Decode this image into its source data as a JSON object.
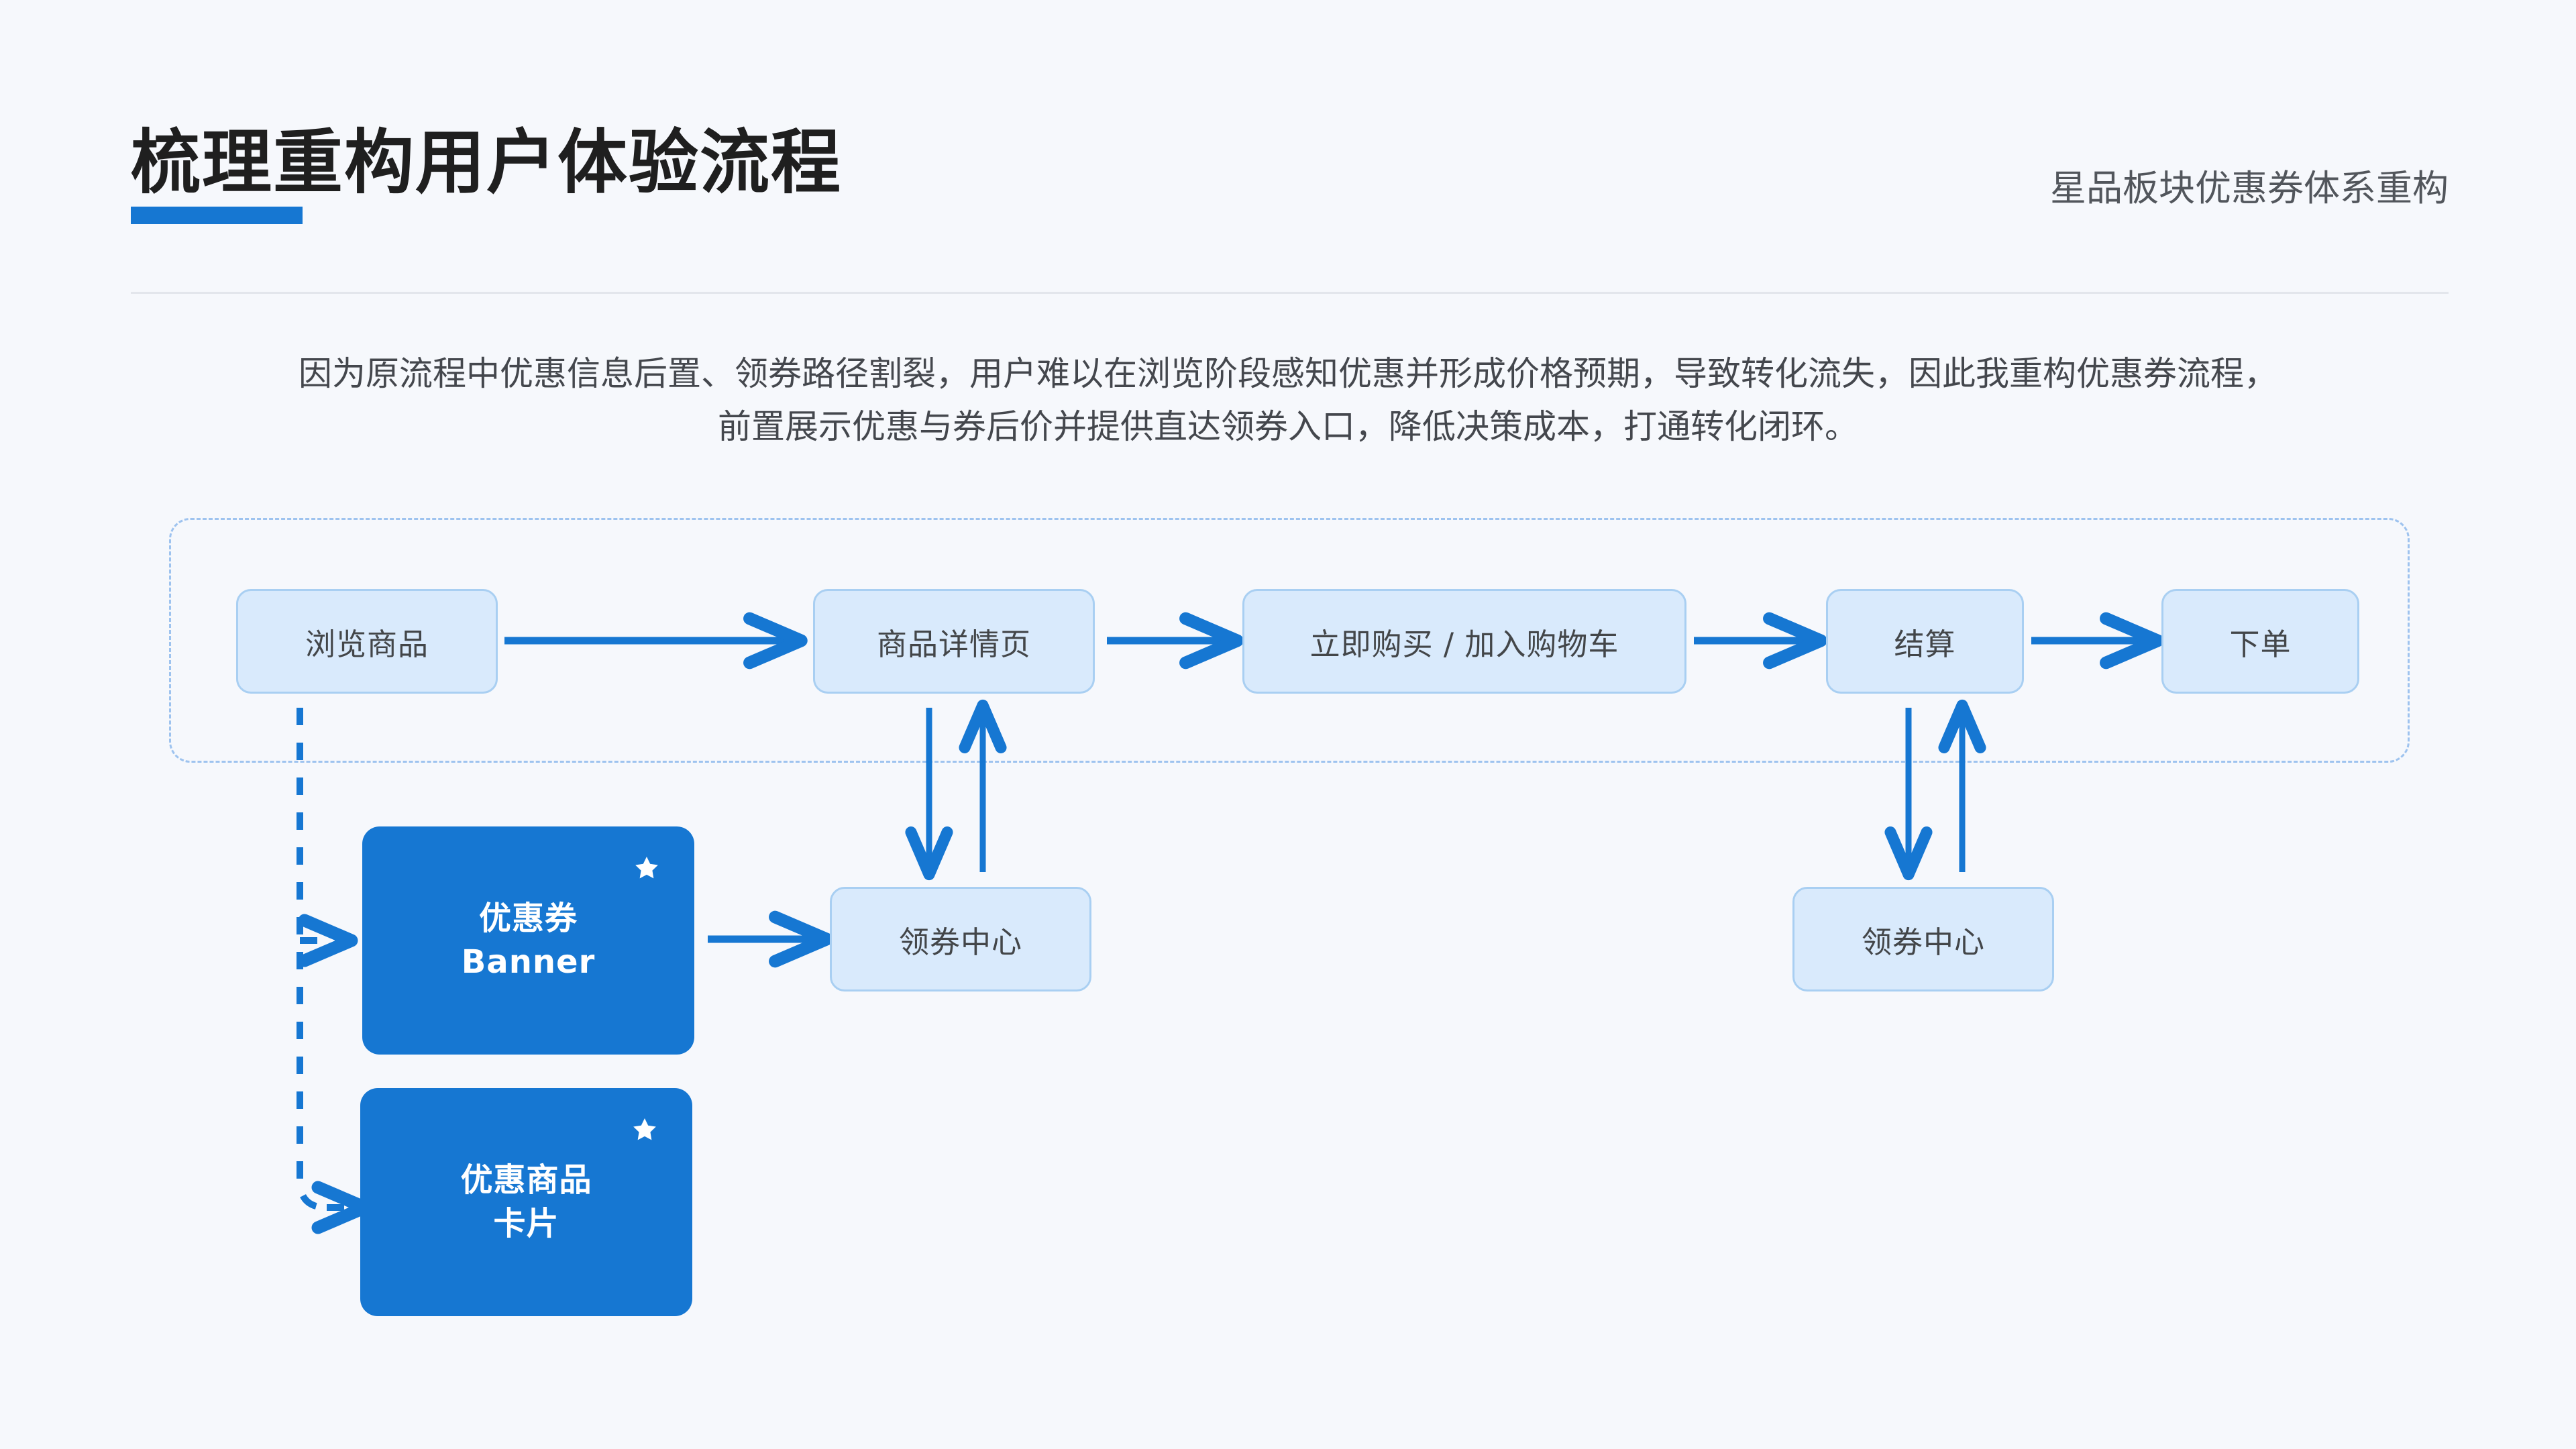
{
  "header": {
    "title": "梳理重构用户体验流程",
    "subtitle": "星品板块优惠券体系重构",
    "accent_color": "#1677d2",
    "title_color": "#1f1f1f"
  },
  "description": {
    "line1": "因为原流程中优惠信息后置、领券路径割裂，用户难以在浏览阶段感知优惠并形成价格预期，导致转化流失，因此我重构优惠券流程，",
    "line2": "前置展示优惠与券后价并提供直达领券入口，降低决策成本，打通转化闭环。"
  },
  "flow": {
    "frame_style": "dashed",
    "node_fill": "#d9eafc",
    "node_border": "#a9cff2",
    "arrow_color": "#1677d2",
    "main_steps": [
      {
        "id": "browse",
        "label": "浏览商品"
      },
      {
        "id": "detail",
        "label": "商品详情页"
      },
      {
        "id": "buy",
        "label": "立即购买 / 加入购物车"
      },
      {
        "id": "checkout",
        "label": "结算"
      },
      {
        "id": "order",
        "label": "下单"
      }
    ],
    "coupon_centers": [
      {
        "id": "coupon-center-detail",
        "label": "领券中心"
      },
      {
        "id": "coupon-center-checkout",
        "label": "领券中心"
      }
    ],
    "cards": [
      {
        "id": "coupon-banner",
        "line1": "优惠券",
        "line2": "Banner",
        "icon": "star-icon",
        "color": "#1677d2"
      },
      {
        "id": "coupon-goods",
        "line1": "优惠商品",
        "line2": "卡片",
        "icon": "star-icon",
        "color": "#1677d2"
      }
    ]
  }
}
